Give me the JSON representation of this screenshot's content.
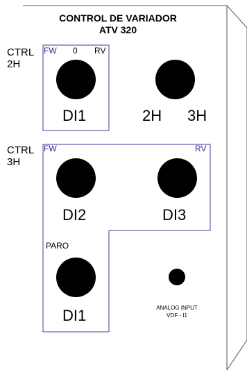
{
  "panel": {
    "title_line1": "CONTROL DE VARIADOR",
    "title_line2": "ATV 320",
    "ctrl2h": {
      "label_line1": "CTRL",
      "label_line2": "2H",
      "fw": "FW",
      "zero": "0",
      "rv": "RV",
      "di1": "DI1",
      "sel_2h": "2H",
      "sel_3h": "3H"
    },
    "ctrl3h": {
      "label_line1": "CTRL",
      "label_line2": "3H",
      "fw": "FW",
      "rv": "RV",
      "di2": "DI2",
      "di3": "DI3",
      "paro": "PARO",
      "di1": "DI1"
    },
    "analog": {
      "line1": "ANALOG INPUT",
      "line2": "VDF - I1"
    }
  },
  "colors": {
    "frame_blue": "#3b3b9a",
    "button": "#000000",
    "outline": "#555555"
  }
}
